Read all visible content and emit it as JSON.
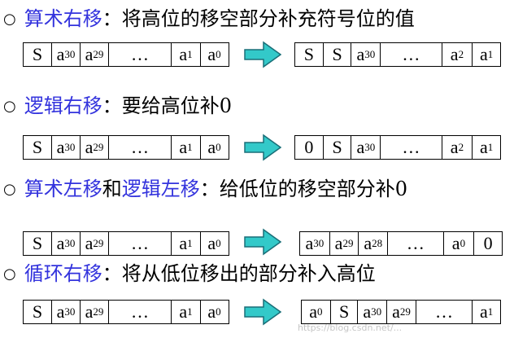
{
  "sections": [
    {
      "bullet": "○",
      "term1": "算术右移",
      "connector": "",
      "term2": "",
      "colon": "：",
      "desc": "将高位的移空部分补充符号位的值",
      "before": [
        {
          "main": "S",
          "sub": ""
        },
        {
          "main": "a",
          "sub": "30"
        },
        {
          "main": "a",
          "sub": "29"
        },
        {
          "main": "…",
          "sub": ""
        },
        {
          "main": "a",
          "sub": "1"
        },
        {
          "main": "a",
          "sub": "0"
        }
      ],
      "after": [
        {
          "main": "S",
          "sub": ""
        },
        {
          "main": "S",
          "sub": ""
        },
        {
          "main": "a",
          "sub": "30"
        },
        {
          "main": "…",
          "sub": ""
        },
        {
          "main": "a",
          "sub": "2"
        },
        {
          "main": "a",
          "sub": "1"
        }
      ]
    },
    {
      "bullet": "○",
      "term1": "逻辑右移",
      "connector": "",
      "term2": "",
      "colon": "：",
      "desc": "要给高位补0",
      "before": [
        {
          "main": "S",
          "sub": ""
        },
        {
          "main": "a",
          "sub": "30"
        },
        {
          "main": "a",
          "sub": "29"
        },
        {
          "main": "…",
          "sub": ""
        },
        {
          "main": "a",
          "sub": "1"
        },
        {
          "main": "a",
          "sub": "0"
        }
      ],
      "after": [
        {
          "main": "0",
          "sub": ""
        },
        {
          "main": "S",
          "sub": ""
        },
        {
          "main": "a",
          "sub": "30"
        },
        {
          "main": "…",
          "sub": ""
        },
        {
          "main": "a",
          "sub": "2"
        },
        {
          "main": "a",
          "sub": "1"
        }
      ]
    },
    {
      "bullet": "○",
      "term1": "算术左移",
      "connector": "和",
      "term2": "逻辑左移",
      "colon": "：",
      "desc": "给低位的移空部分补0",
      "before": [
        {
          "main": "S",
          "sub": ""
        },
        {
          "main": "a",
          "sub": "30"
        },
        {
          "main": "a",
          "sub": "29"
        },
        {
          "main": "…",
          "sub": ""
        },
        {
          "main": "a",
          "sub": "1"
        },
        {
          "main": "a",
          "sub": "0"
        }
      ],
      "after": [
        {
          "main": "a",
          "sub": "30"
        },
        {
          "main": "a",
          "sub": "29"
        },
        {
          "main": "a",
          "sub": "28"
        },
        {
          "main": "…",
          "sub": ""
        },
        {
          "main": "a",
          "sub": "0"
        },
        {
          "main": "0",
          "sub": ""
        }
      ]
    },
    {
      "bullet": "○",
      "term1": "循环右移",
      "connector": "",
      "term2": "",
      "colon": "：",
      "desc": "将从低位移出的部分补入高位",
      "before": [
        {
          "main": "S",
          "sub": ""
        },
        {
          "main": "a",
          "sub": "30"
        },
        {
          "main": "a",
          "sub": "29"
        },
        {
          "main": "…",
          "sub": ""
        },
        {
          "main": "a",
          "sub": "1"
        },
        {
          "main": "a",
          "sub": "0"
        }
      ],
      "after": [
        {
          "main": "a",
          "sub": "0"
        },
        {
          "main": "S",
          "sub": ""
        },
        {
          "main": "a",
          "sub": "30"
        },
        {
          "main": "a",
          "sub": "29"
        },
        {
          "main": "…",
          "sub": ""
        },
        {
          "main": "a",
          "sub": "1"
        }
      ]
    }
  ],
  "colors": {
    "term": "#3333dd",
    "arrow_fill": "#33c9c9",
    "arrow_stroke": "#1a6f78"
  },
  "icons": {
    "arrow": "right-arrow-icon",
    "bullet": "hollow-circle-bullet"
  },
  "watermark": "https://blog.csdn.net/..."
}
